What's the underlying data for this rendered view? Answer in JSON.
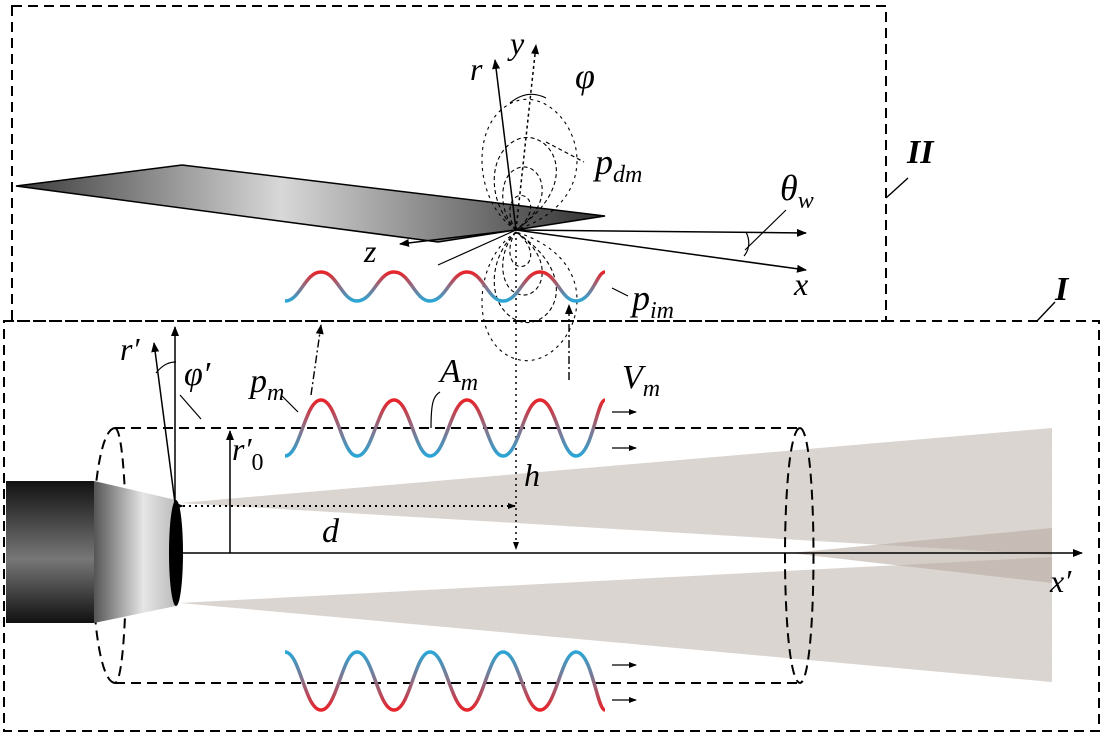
{
  "regions": {
    "inner": {
      "label": "II"
    },
    "outer": {
      "label": "I"
    }
  },
  "labels": {
    "r": "r",
    "y": "y",
    "phi": "φ",
    "p_dm_base": "p",
    "p_dm_sub": "dm",
    "theta_base": "θ",
    "theta_sub": "w",
    "z": "z",
    "x": "x",
    "p_im_base": "p",
    "p_im_sub": "im",
    "r_prime": "r′",
    "phi_prime": "φ′",
    "p_m_base": "p",
    "p_m_sub": "m",
    "A_m_base": "A",
    "A_m_sub": "m",
    "V_m_base": "V",
    "V_m_sub": "m",
    "r0_base": "r′",
    "r0_sub": "0",
    "h": "h",
    "d": "d",
    "x_prime": "x′"
  },
  "colors": {
    "wave_peak": "#e8232a",
    "wave_trough": "#2aa6d6",
    "plate_dark": "#3a3a3a",
    "plate_light": "#d8d8d8",
    "jet": "#d6d0cb",
    "nozzle_dark": "#1a1a1a",
    "nozzle_light": "#e6e6e6"
  }
}
